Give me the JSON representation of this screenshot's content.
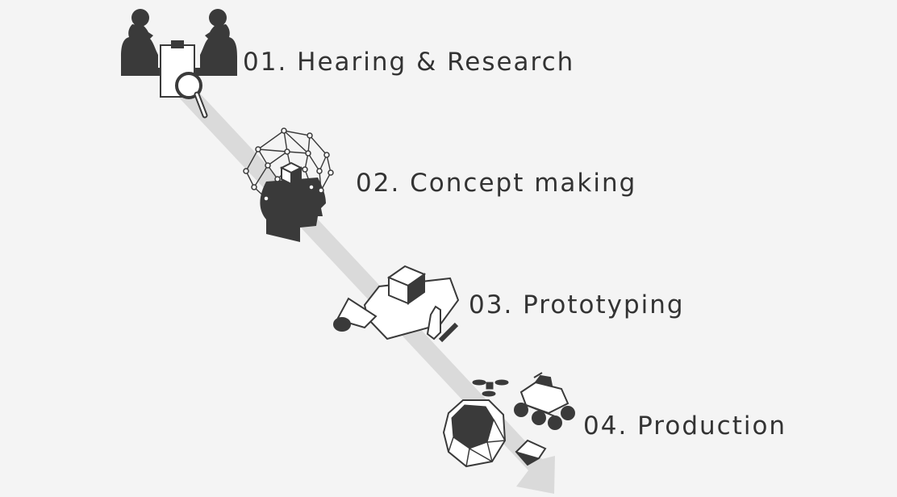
{
  "steps": [
    {
      "label": "01. Hearing & Research",
      "icon": "meeting-research-icon"
    },
    {
      "label": "02. Concept making",
      "icon": "head-network-icon"
    },
    {
      "label": "03. Prototyping",
      "icon": "prototype-tools-icon"
    },
    {
      "label": "04. Production",
      "icon": "production-products-icon"
    }
  ],
  "colors": {
    "background": "#f4f4f4",
    "arrow": "#dadada",
    "icon_dark": "#3a3a3a",
    "icon_light": "#ffffff",
    "text": "#333333"
  }
}
